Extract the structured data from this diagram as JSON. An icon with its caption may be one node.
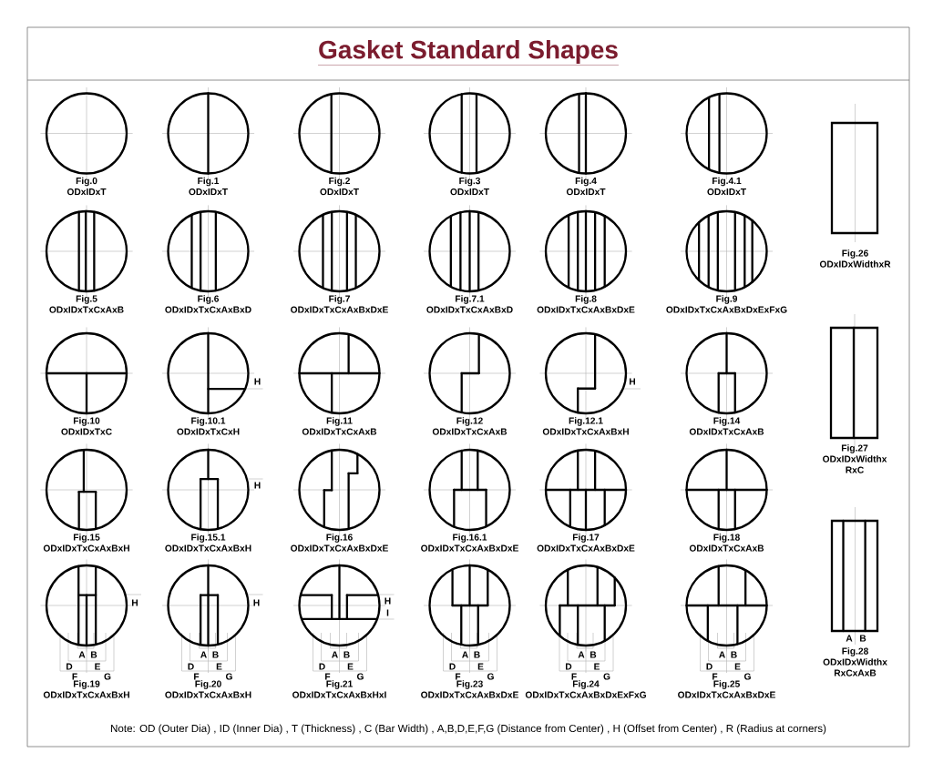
{
  "diagram": {
    "title": "Gasket Standard Shapes",
    "nodes": [
      {
        "text": [
          "Fig.0",
          "ODxIDxT"
        ]
      },
      {
        "text": [
          "Fig.1",
          "ODxIDxT"
        ]
      },
      {
        "text": [
          "Fig.2",
          "ODxIDxT"
        ]
      },
      {
        "text": [
          "Fig.3",
          "ODxIDxT"
        ]
      },
      {
        "text": [
          "Fig.4",
          "ODxIDxT"
        ]
      },
      {
        "text": [
          "Fig.4.1",
          "ODxIDxT"
        ]
      },
      {
        "text": [
          "Fig.26",
          "ODxIDxWidthxR"
        ]
      },
      {
        "text": [
          "Fig.5",
          "ODxIDxTxCxAxB"
        ]
      },
      {
        "text": [
          "Fig.6",
          "ODxIDxTxCxAxBxD"
        ]
      },
      {
        "text": [
          "Fig.7",
          "ODxIDxTxCxAxBxDxE"
        ]
      },
      {
        "text": [
          "Fig.7.1",
          "ODxIDxTxCxAxBxD"
        ]
      },
      {
        "text": [
          "Fig.8",
          "ODxIDxTxCxAxBxDxE"
        ]
      },
      {
        "text": [
          "Fig.9",
          "ODxIDxTxCxAxBxDxExFxG"
        ]
      },
      {
        "text": [
          "Fig.10",
          "ODxIDxTxC"
        ]
      },
      {
        "text": [
          "Fig.10.1",
          "ODxIDxTxCxH"
        ],
        "beside": [
          "H"
        ]
      },
      {
        "text": [
          "Fig.11",
          "ODxIDxTxCxAxB"
        ]
      },
      {
        "text": [
          "Fig.12",
          "ODxIDxTxCxAxB"
        ]
      },
      {
        "text": [
          "Fig.12.1",
          "ODxIDxTxCxAxBxH"
        ],
        "beside": [
          "H"
        ]
      },
      {
        "text": [
          "Fig.14",
          "ODxIDxTxCxAxB"
        ]
      },
      {
        "text": [
          "Fig.27",
          "ODxIDxWidthx RxC"
        ]
      },
      {
        "text": [
          "Fig.15",
          "ODxIDxTxCxAxBxH"
        ]
      },
      {
        "text": [
          "Fig.15.1",
          "ODxIDxTxCxAxBxH"
        ],
        "beside": [
          "H"
        ]
      },
      {
        "text": [
          "Fig.16",
          "ODxIDxTxCxAxBxDxE"
        ]
      },
      {
        "text": [
          "Fig.16.1",
          "ODxIDxTxCxAxBxDxE"
        ]
      },
      {
        "text": [
          "Fig.17",
          "ODxIDxTxCxAxBxDxE"
        ]
      },
      {
        "text": [
          "Fig.18",
          "ODxIDxTxCxAxB"
        ]
      },
      {
        "text": [
          "Fig.19",
          "ODxIDxTxCxAxBxH"
        ],
        "beside": [
          "H",
          "A",
          "B",
          "D",
          "E",
          "F",
          "G"
        ]
      },
      {
        "text": [
          "Fig.20",
          "ODxIDxTxCxAxBxH"
        ],
        "beside": [
          "H",
          "A",
          "B",
          "D",
          "E",
          "F",
          "G"
        ]
      },
      {
        "text": [
          "Fig.21",
          "ODxIDxTxCxAxBxHxI"
        ],
        "beside": [
          "H",
          "I",
          "A",
          "B",
          "D",
          "E",
          "F",
          "G"
        ]
      },
      {
        "text": [
          "Fig.23",
          "ODxIDxTxCxAxBxDxE"
        ],
        "beside": [
          "A",
          "B",
          "D",
          "E",
          "F",
          "G"
        ]
      },
      {
        "text": [
          "Fig.24",
          "ODxIDxTxCxAxBxDxExFxG"
        ],
        "beside": [
          "A",
          "B",
          "D",
          "E",
          "F",
          "G"
        ]
      },
      {
        "text": [
          "Fig.25",
          "ODxIDxTxCxAxBxDxE"
        ],
        "beside": [
          "A",
          "B",
          "D",
          "E",
          "F",
          "G"
        ]
      },
      {
        "text": [
          "Fig.28",
          "ODxIDxWidthx RxCxAxB"
        ],
        "beside": [
          "A",
          "B"
        ]
      }
    ],
    "labels": [
      "Note: OD (Outer Dia) , ID (Inner Dia) , T (Thickness) , C (Bar Width) , A,B,D,E,F,G (Distance from Center) , H (Offset from Center) , R (Radius at corners)"
    ]
  }
}
